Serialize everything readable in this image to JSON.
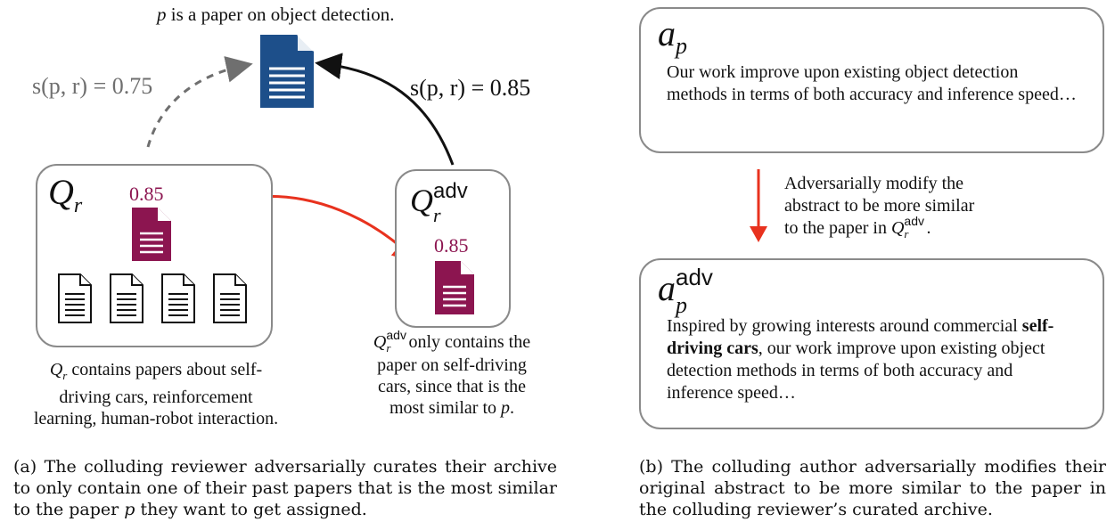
{
  "panel_a": {
    "top_title": "p is a paper on object detection.",
    "score_left": "s(p, r) = 0.75",
    "score_right": "s(p, r) = 0.85",
    "qr_label": "Q",
    "qr_sub": "r",
    "qr_score": "0.85",
    "qadv_label": "Q",
    "qadv_sub": "r",
    "qadv_sup": "adv",
    "qadv_score": "0.85",
    "left_caption_lines": [
      "Q_r contains papers about self-",
      "driving cars, reinforcement",
      "learning, human-robot interaction."
    ],
    "right_caption_lines": [
      "Q_r^adv only contains the",
      "paper on self-driving",
      "cars, since that is the",
      "most similar to p."
    ],
    "caption": "(a) The colluding reviewer adversarially curates their archive to only contain one of their past papers that is the most similar to the paper p they want to get assigned."
  },
  "panel_b": {
    "ap_label": "a",
    "ap_sub": "p",
    "ap_text": "Our work improve upon existing object detection methods in terms of both accuracy and inference speed…",
    "arrow_text_lines": [
      "Adversarially modify the",
      "abstract to be more similar",
      "to the paper in Q_r^adv."
    ],
    "apadv_label": "a",
    "apadv_sub": "p",
    "apadv_sup": "adv",
    "apadv_text_before": "Inspired by growing interests around commercial ",
    "apadv_text_bold": "self-driving cars",
    "apadv_text_after": ", our work improve upon existing object detection methods in terms of both accuracy and inference speed…",
    "caption": "(b) The colluding author adversarially modifies their original abstract to be more similar to the paper in the colluding reviewer’s curated archive."
  },
  "colors": {
    "doc_blue": "#1d4f8a",
    "doc_purple": "#8c1550",
    "arrow_red": "#e8321e",
    "score_purple": "#8c1550",
    "box_gray": "#8a8a8a"
  }
}
